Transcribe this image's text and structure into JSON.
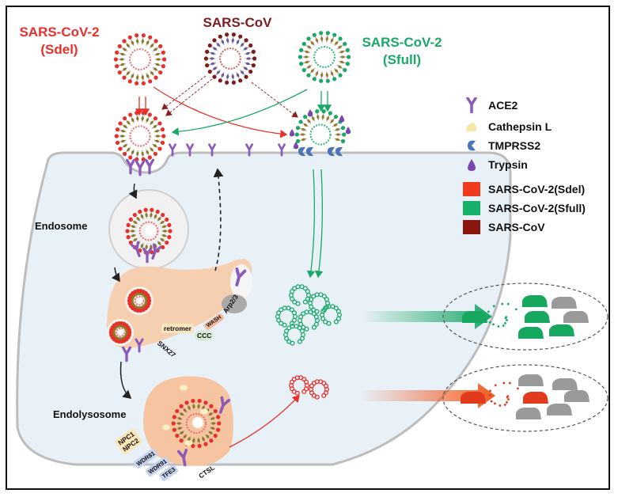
{
  "viruses": {
    "sdel": {
      "title_line1": "SARS-CoV-2",
      "title_line2": "(Sdel)",
      "color": "#e8302a"
    },
    "sars_cov": {
      "title": "SARS-CoV",
      "color": "#7d1c1c"
    },
    "sfull": {
      "title_line1": "SARS-CoV-2",
      "title_line2": "(Sfull)",
      "color": "#1aa867"
    }
  },
  "legend": {
    "items": [
      {
        "icon": "ace2-receptor-icon",
        "label": "ACE2",
        "color": "#8a5bb8"
      },
      {
        "icon": "cathepsin-l-icon",
        "label": "Cathepsin L",
        "color": "#f6e7a8"
      },
      {
        "icon": "tmprss2-icon",
        "label": "TMPRSS2",
        "color": "#4a73b8"
      },
      {
        "icon": "trypsin-icon",
        "label": "Trypsin",
        "color": "#7b46b0"
      },
      {
        "icon": "swatch-icon",
        "label": "SARS-CoV-2(Sdel)",
        "color": "#f03a1e"
      },
      {
        "icon": "swatch-icon",
        "label": "SARS-CoV-2(Sfull)",
        "color": "#16b26a"
      },
      {
        "icon": "swatch-icon",
        "label": "SARS-CoV",
        "color": "#8a1610"
      }
    ]
  },
  "organelles": {
    "endosome": "Endosome",
    "endolysosome": "Endolysosome"
  },
  "proteins": {
    "retromer": "retromer",
    "snx27": "SNX27",
    "ccc": "CCC",
    "wash": "WASH",
    "arp23": "Arp2/3",
    "npc1": "NPC1",
    "npc2": "NPC2",
    "wdr81": "WDR81",
    "wdr91": "WDR91",
    "tfe3": "TFE3",
    "ctsl": "CTSL"
  },
  "colors": {
    "cell_fill": "#e8f0f8",
    "cell_border": "#b8b8b8",
    "vesicle_fill": "#f7c9a8",
    "green": "#1aa867",
    "red": "#e8302a",
    "gray_cell": "#999999"
  }
}
